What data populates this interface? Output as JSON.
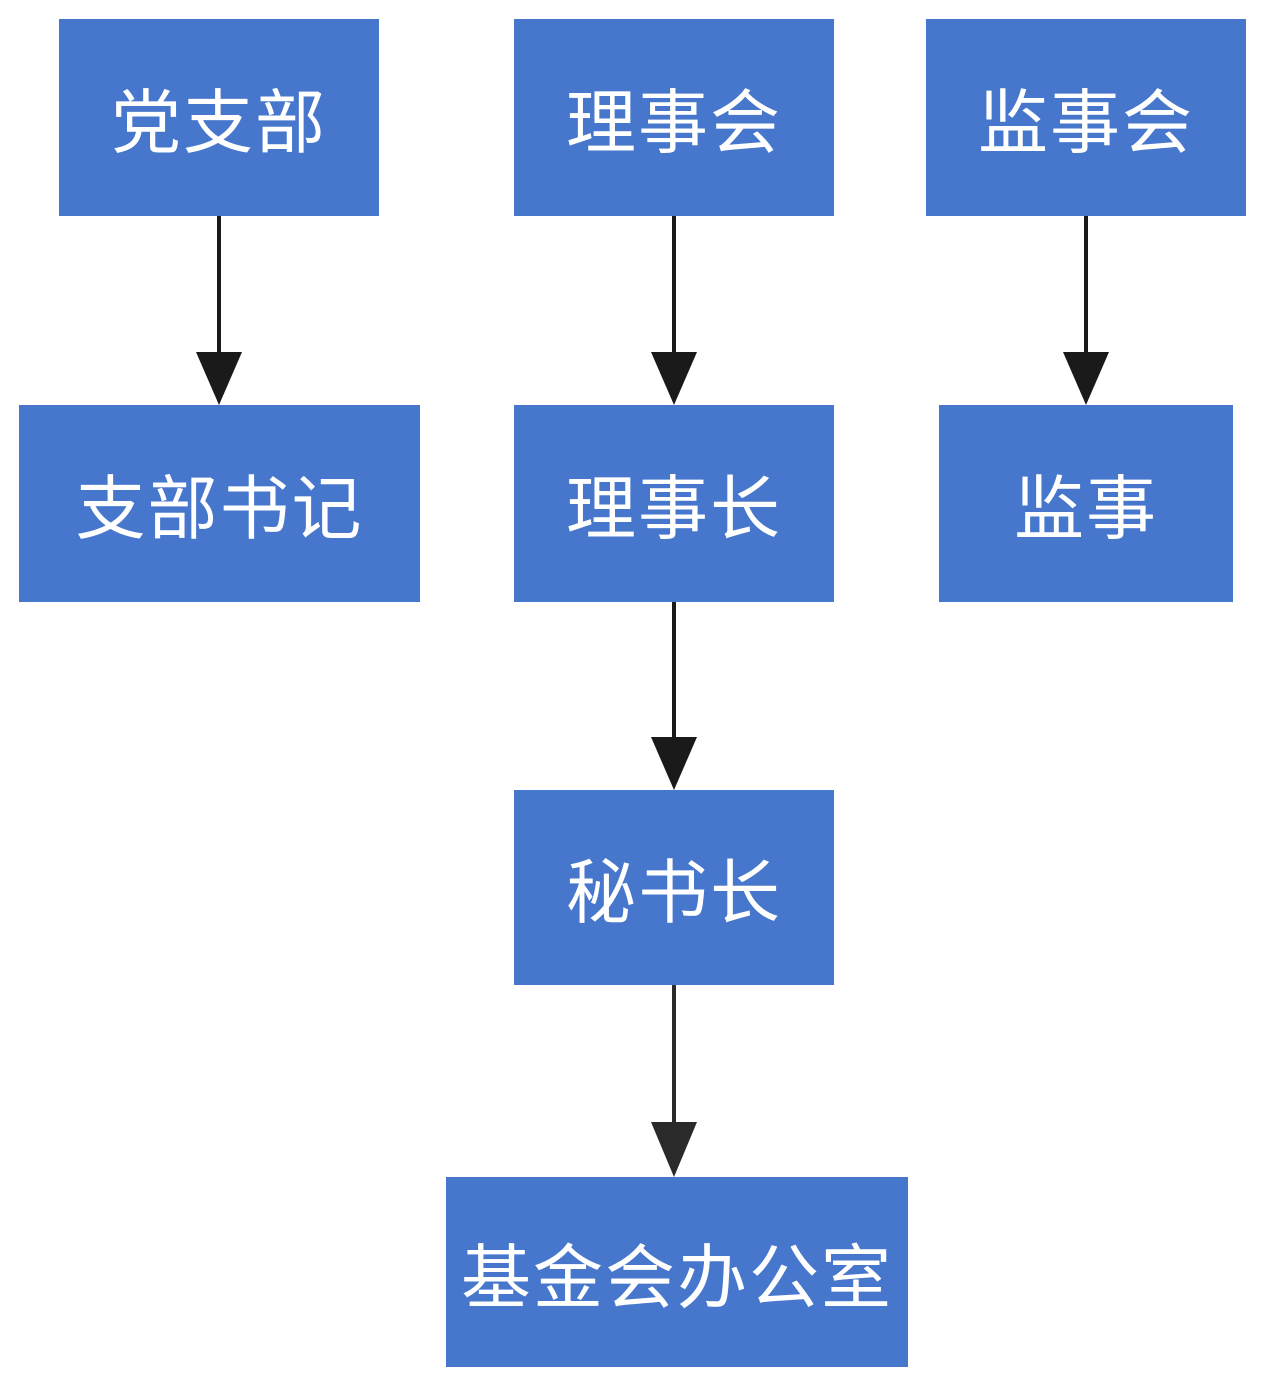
{
  "diagram": {
    "nodes": {
      "party_branch": "党支部",
      "council": "理事会",
      "supervisory_board": "监事会",
      "branch_secretary": "支部书记",
      "chairman": "理事长",
      "supervisor": "监事",
      "secretary_general": "秘书长",
      "foundation_office": "基金会办公室"
    },
    "edges": [
      {
        "from": "党支部",
        "to": "支部书记"
      },
      {
        "from": "理事会",
        "to": "理事长"
      },
      {
        "from": "监事会",
        "to": "监事"
      },
      {
        "from": "理事长",
        "to": "秘书长"
      },
      {
        "from": "秘书长",
        "to": "基金会办公室"
      }
    ],
    "colors": {
      "node_fill": "#4677cc",
      "node_text": "#ffffff",
      "arrow": "#1a1a1a"
    }
  }
}
